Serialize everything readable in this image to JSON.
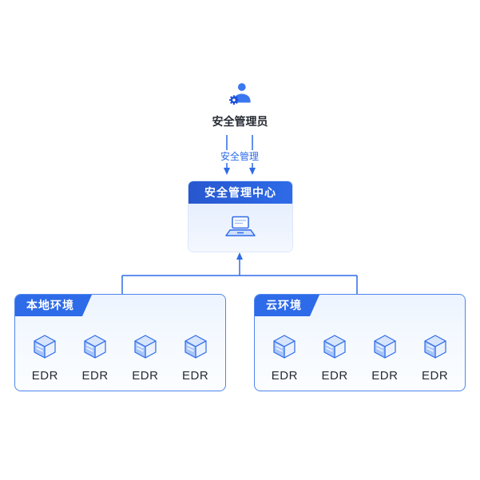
{
  "colors": {
    "accent": "#2E6BE8",
    "accent-dark": "#2757CF",
    "fill-light": "#F0F6FF",
    "text-dark": "#262B33"
  },
  "admin": {
    "label": "安全管理员",
    "icon": "admin-gear-icon"
  },
  "flow": {
    "label": "安全管理"
  },
  "center": {
    "title": "安全管理中心",
    "icon": "laptop-icon"
  },
  "groups": [
    {
      "title": "本地环境",
      "nodes": [
        {
          "label": "EDR",
          "icon": "server-cube-icon"
        },
        {
          "label": "EDR",
          "icon": "server-cube-icon"
        },
        {
          "label": "EDR",
          "icon": "server-cube-icon"
        },
        {
          "label": "EDR",
          "icon": "server-cube-icon"
        }
      ]
    },
    {
      "title": "云环境",
      "nodes": [
        {
          "label": "EDR",
          "icon": "server-cube-icon"
        },
        {
          "label": "EDR",
          "icon": "server-cube-icon"
        },
        {
          "label": "EDR",
          "icon": "server-cube-icon"
        },
        {
          "label": "EDR",
          "icon": "server-cube-icon"
        }
      ]
    }
  ]
}
